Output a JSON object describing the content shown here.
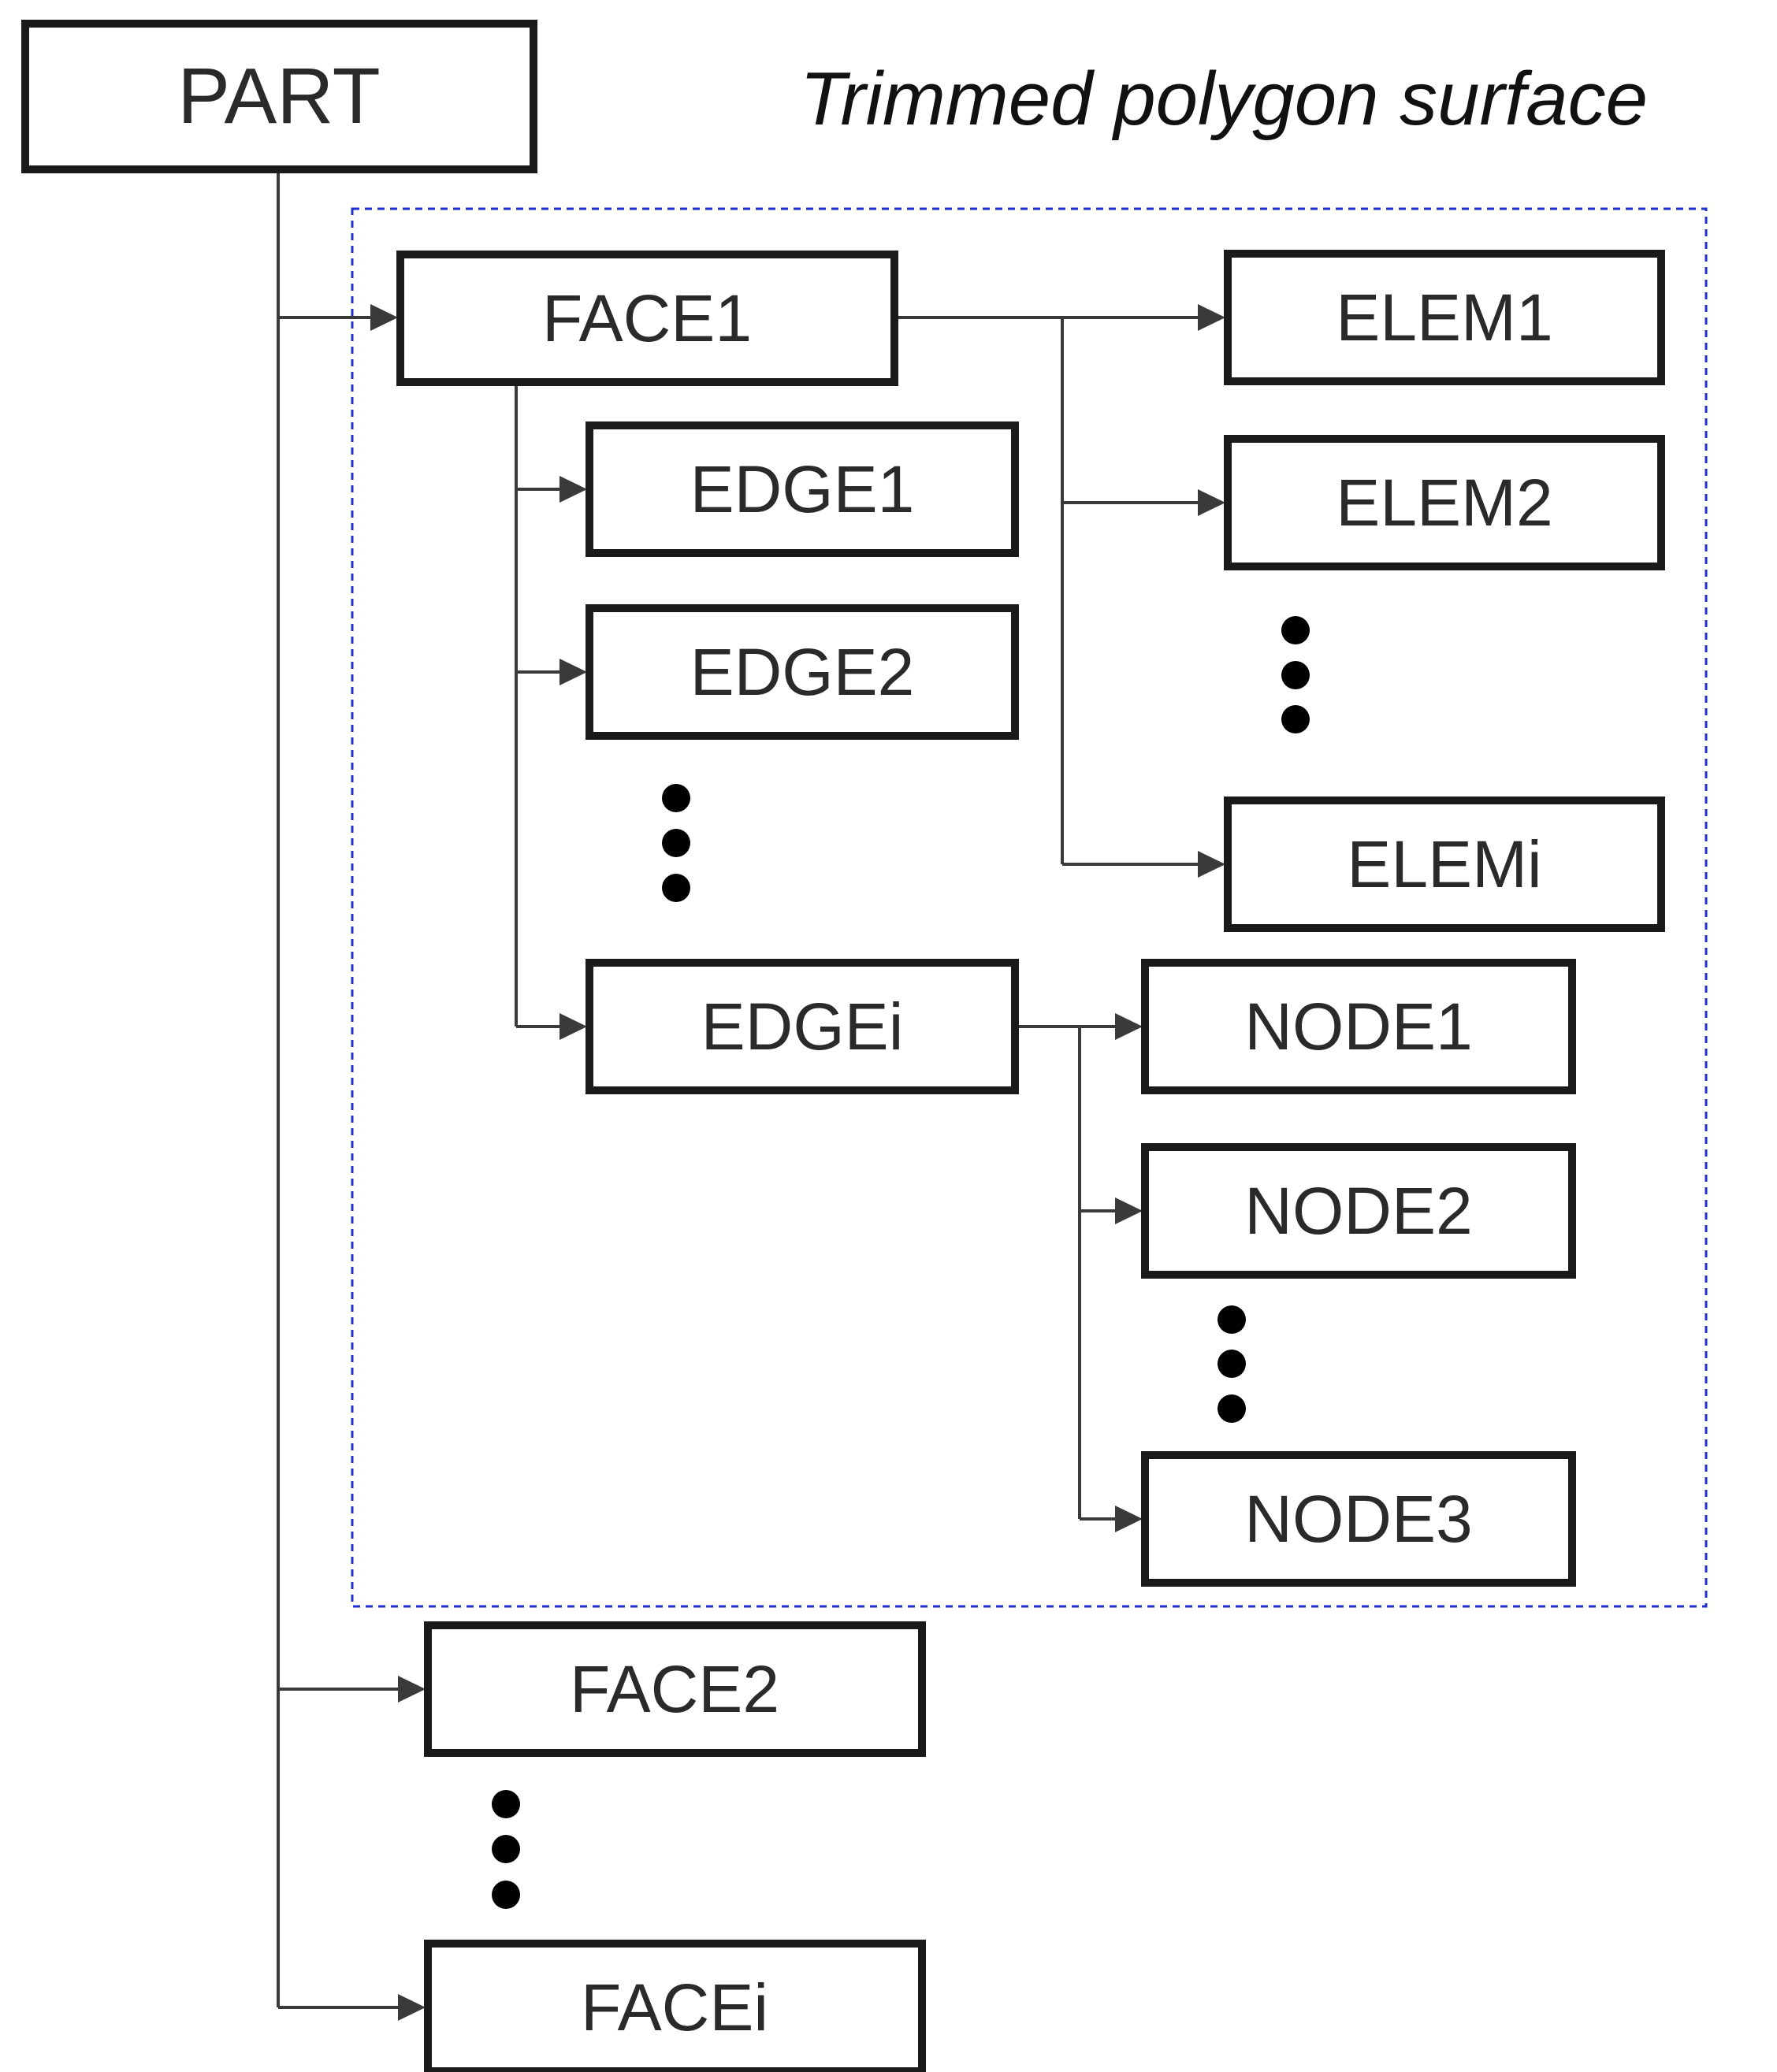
{
  "region": {
    "label": "Trimmed polygon surface",
    "border_color": "#1f2fd0"
  },
  "nodes": {
    "part": "PART",
    "face1": "FACE1",
    "face2": "FACE2",
    "facei": "FACEi",
    "edge1": "EDGE1",
    "edge2": "EDGE2",
    "edgei": "EDGEi",
    "elem1": "ELEM1",
    "elem2": "ELEM2",
    "elemi": "ELEMi",
    "node1": "NODE1",
    "node2": "NODE2",
    "node3": "NODE3"
  },
  "edges": [
    {
      "from": "part",
      "to": "face1"
    },
    {
      "from": "part",
      "to": "face2"
    },
    {
      "from": "part",
      "to": "facei"
    },
    {
      "from": "face1",
      "to": "edge1"
    },
    {
      "from": "face1",
      "to": "edge2"
    },
    {
      "from": "face1",
      "to": "edgei"
    },
    {
      "from": "face1",
      "to": "elem1"
    },
    {
      "from": "face1",
      "to": "elem2"
    },
    {
      "from": "face1",
      "to": "elemi"
    },
    {
      "from": "edgei",
      "to": "node1"
    },
    {
      "from": "edgei",
      "to": "node2"
    },
    {
      "from": "edgei",
      "to": "node3"
    }
  ],
  "ellipses": [
    "edges-continuation",
    "elems-continuation",
    "nodes-continuation",
    "faces-continuation"
  ],
  "colors": {
    "box_stroke": "#1a1a1a",
    "line": "#3a3a3a",
    "text": "#2a2a2a"
  }
}
